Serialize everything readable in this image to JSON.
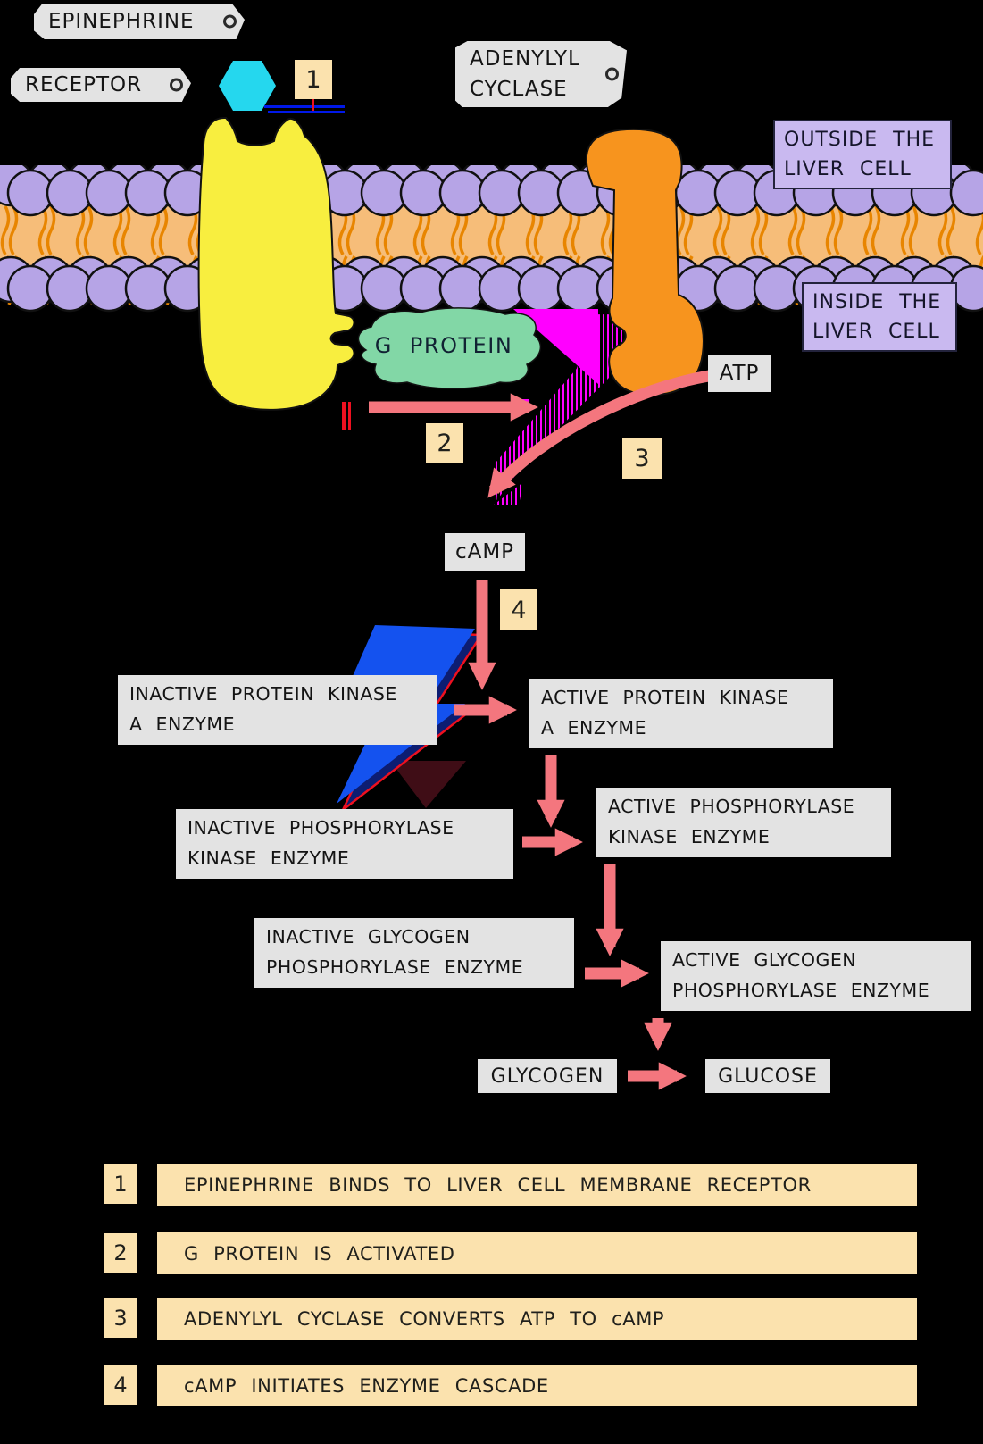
{
  "labels": {
    "epinephrine": "EPINEPHRINE",
    "receptor": "RECEPTOR",
    "adenylyl_cyclase": [
      "ADENYLYL",
      "CYCLASE"
    ],
    "g_protein": "G PROTEIN",
    "atp": "ATP",
    "camp": "cAMP"
  },
  "membrane_labels": {
    "outside": [
      "OUTSIDE THE",
      "LIVER CELL"
    ],
    "inside": [
      "INSIDE THE",
      "LIVER CELL"
    ]
  },
  "steps": {
    "s1": "1",
    "s2": "2",
    "s3": "3",
    "s4": "4"
  },
  "cascade": [
    {
      "inactive": [
        "INACTIVE  PROTEIN KINASE",
        "A  ENZYME"
      ],
      "active": [
        "ACTIVE  PROTEIN KINASE",
        "A  ENZYME"
      ]
    },
    {
      "inactive": [
        "INACTIVE  PHOSPHORYLASE",
        "KINASE  ENZYME"
      ],
      "active": [
        "ACTIVE  PHOSPHORYLASE",
        "KINASE  ENZYME"
      ]
    },
    {
      "inactive": [
        "INACTIVE  GLYCOGEN",
        "PHOSPHORYLASE  ENZYME"
      ],
      "active": [
        "ACTIVE  GLYCOGEN",
        "PHOSPHORYLASE  ENZYME"
      ]
    }
  ],
  "products": {
    "glycogen": "GLYCOGEN",
    "glucose": "GLUCOSE"
  },
  "legend": [
    {
      "num": "1",
      "text": "EPINEPHRINE BINDS TO LIVER CELL MEMBRANE RECEPTOR"
    },
    {
      "num": "2",
      "text": "G PROTEIN IS ACTIVATED"
    },
    {
      "num": "3",
      "text": "ADENYLYL CYCLASE CONVERTS ATP TO cAMP"
    },
    {
      "num": "4",
      "text": "cAMP INITIATES ENZYME CASCADE"
    }
  ],
  "colors": {
    "background": "#000000",
    "tag_gray": "#e3e3e3",
    "panel_purple": "#c9b9f0",
    "box_tan": "#fbe2ae",
    "arrow_pink": "#f4767e",
    "receptor_yellow": "#f8ee3f",
    "cyclase_orange": "#f7941e",
    "g_protein_green": "#82d7a6",
    "hormone_cyan": "#25d7ee",
    "head_purple": "#b6a4e6",
    "band_orange": "#f6bd79",
    "tail_orange": "#e88500",
    "bolt_blue": "#1452ef",
    "bolt_navy": "#0d1d72",
    "artifact_magenta": "#ff00ff",
    "artifact_red": "#ee1020",
    "artifact_blue": "#0018e8"
  }
}
